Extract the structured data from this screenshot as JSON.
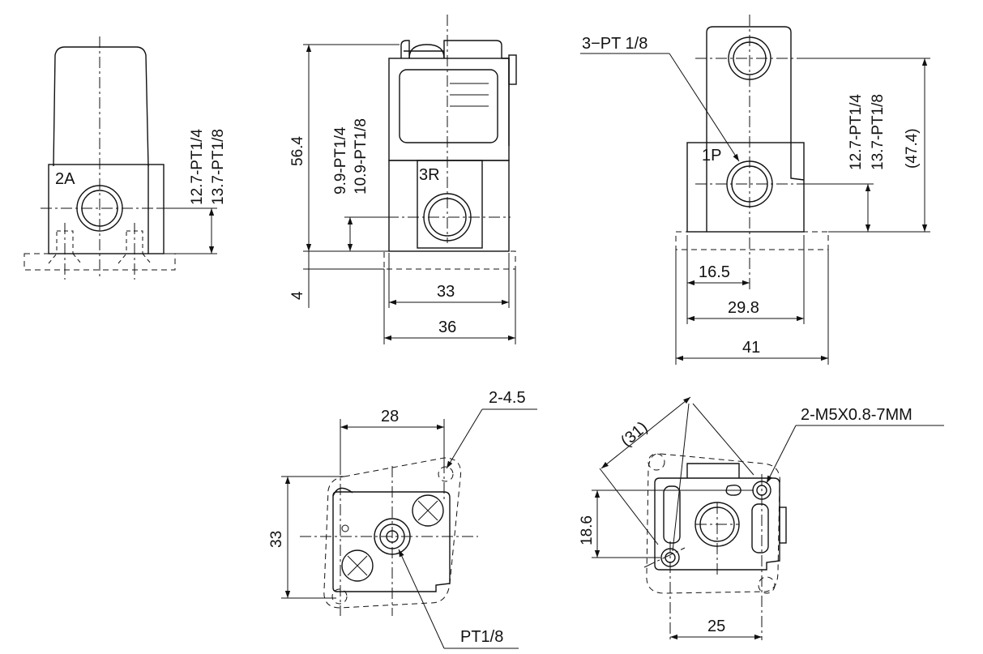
{
  "labels": {
    "port_2a": "2A",
    "port_3r": "3R",
    "port_1p": "1P",
    "side_dim_a": "12.7-PT1/4",
    "side_dim_b": "13.7-PT1/8",
    "front_height": "56.4",
    "front_port_a": "9.9-PT1/4",
    "front_port_b": "10.9-PT1/8",
    "front_base": "4",
    "front_w_inner": "33",
    "front_w_outer": "36",
    "rear_thread": "3−PT 1/8",
    "rear_dim_a": "12.7-PT1/4",
    "rear_dim_b": "13.7-PT1/8",
    "rear_height": "(47.4)",
    "rear_offset": "16.5",
    "rear_w_inner": "29.8",
    "rear_w_outer": "41",
    "bottom_hole": "2-4.5",
    "bottom_pitch": "28",
    "bottom_height": "33",
    "bottom_port": "PT1/8",
    "top_thread": "2-M5X0.8-7MM",
    "top_diag": "(31)",
    "top_height": "18.6",
    "top_pitch": "25"
  }
}
